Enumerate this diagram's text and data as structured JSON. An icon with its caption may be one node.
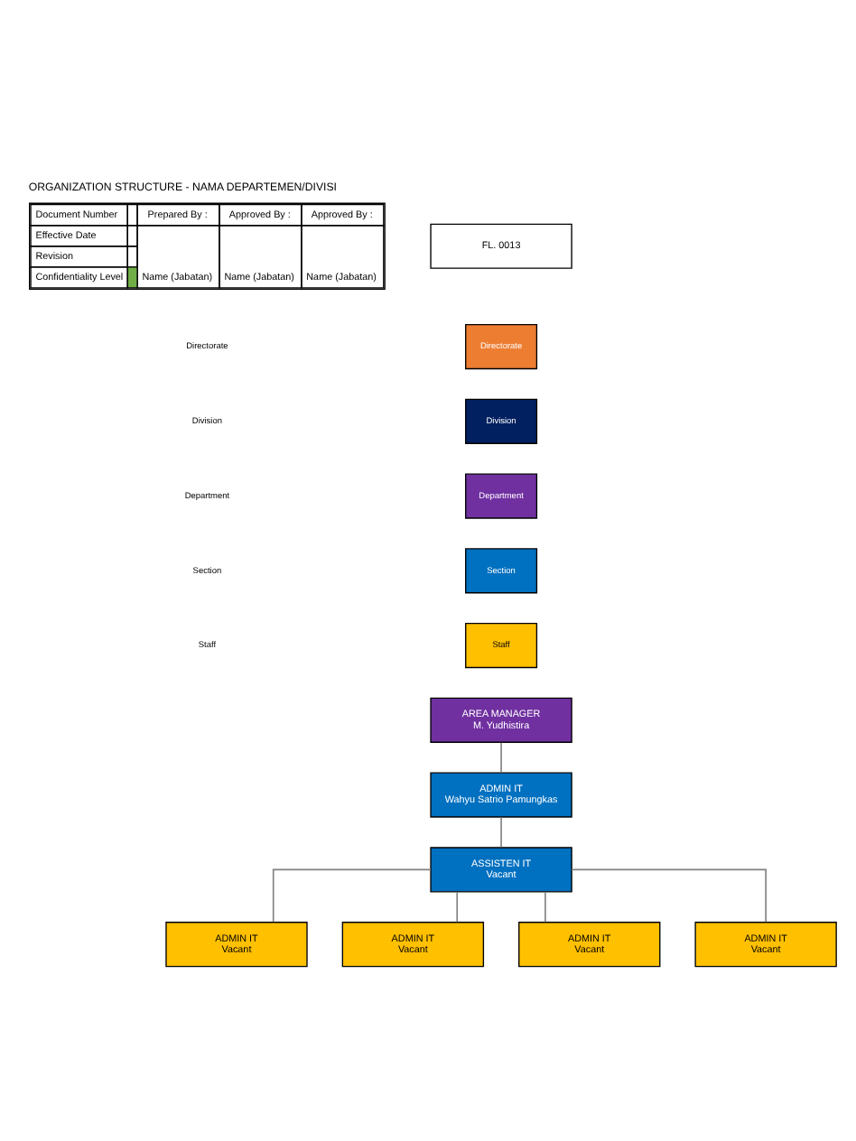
{
  "diagram": {
    "title": "ORGANIZATION STRUCTURE - NAMA DEPARTEMEN/DIVISI",
    "nodes": [
      {
        "text": [
          "AREA MANAGER",
          "M. Yudhistira"
        ]
      },
      {
        "text": [
          "ADMIN IT",
          "Wahyu Satrio Pamungkas"
        ]
      },
      {
        "text": [
          "ASSISTEN IT",
          "Vacant"
        ]
      },
      {
        "text": [
          "ADMIN IT",
          "Vacant"
        ]
      },
      {
        "text": [
          "ADMIN IT",
          "Vacant"
        ]
      },
      {
        "text": [
          "ADMIN IT",
          "Vacant"
        ]
      },
      {
        "text": [
          "ADMIN IT",
          "Vacant"
        ]
      }
    ],
    "edges": [
      {
        "from": 0,
        "to": 1,
        "arrow": "none"
      },
      {
        "from": 1,
        "to": 2,
        "arrow": "none"
      },
      {
        "from": 2,
        "to": 3,
        "arrow": "none"
      },
      {
        "from": 2,
        "to": 4,
        "arrow": "none"
      },
      {
        "from": 2,
        "to": 5,
        "arrow": "none"
      },
      {
        "from": 2,
        "to": 6,
        "arrow": "none"
      }
    ],
    "labels": [
      "FL. 0013",
      "Document Number",
      "Prepared By :",
      "Approved By :",
      "Approved By :",
      "Effective Date",
      "Revision",
      "Confidentiality Level",
      "Name (Jabatan)",
      "Name (Jabatan)",
      "Name (Jabatan)",
      "Directorate",
      "Division",
      "Department",
      "Section",
      "Staff"
    ],
    "legend": [
      {
        "text": "Directorate",
        "color": "#ed7d31"
      },
      {
        "text": "Division",
        "color": "#002060"
      },
      {
        "text": "Department",
        "color": "#7030a0"
      },
      {
        "text": "Section",
        "color": "#0070c0"
      },
      {
        "text": "Staff",
        "color": "#ffc000"
      }
    ]
  }
}
